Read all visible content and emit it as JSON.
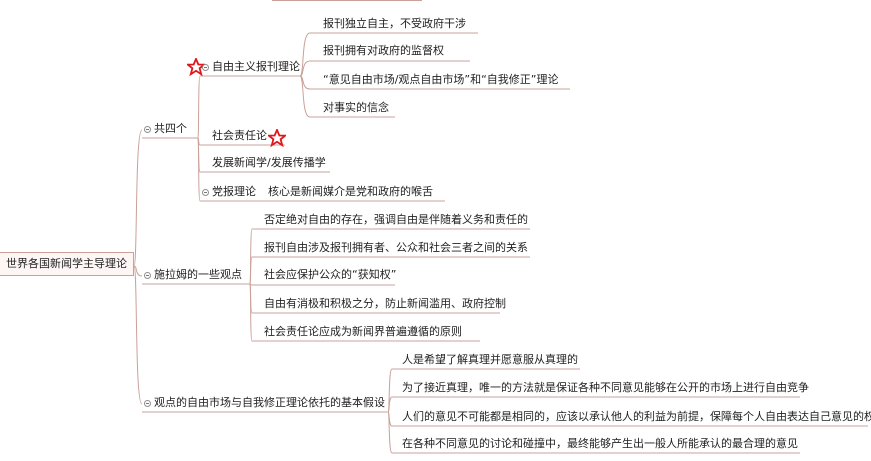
{
  "root": {
    "label": "世界各国新闻学主导理论"
  },
  "branches": [
    {
      "label": "共四个",
      "children": [
        {
          "label": "自由主义报刊理论",
          "starred": true,
          "children": [
            "报刊独立自主，不受政府干涉",
            "报刊拥有对政府的监督权",
            "“意见自由市场/观点自由市场”和“自我修正”理论",
            "对事实的信念"
          ]
        },
        {
          "label": "社会责任论",
          "starred": true
        },
        {
          "label": "发展新闻学/发展传播学"
        },
        {
          "label": "党报理论",
          "children": [
            "核心是新闻媒介是党和政府的喉舌"
          ]
        }
      ]
    },
    {
      "label": "施拉姆的一些观点",
      "children": [
        "否定绝对自由的存在，强调自由是伴随着义务和责任的",
        "报刊自由涉及报刊拥有者、公众和社会三者之间的关系",
        "社会应保护公众的“获知权”",
        "自由有消极和积极之分，防止新闻滥用、政府控制",
        "社会责任论应成为新闻界普遍遵循的原则"
      ]
    },
    {
      "label": "观点的自由市场与自我修正理论依托的基本假设",
      "children": [
        "人是希望了解真理并愿意服从真理的",
        "为了接近真理，唯一的方法就是保证各种不同意见能够在公开的市场上进行自由竞争",
        "人们的意见不可能都是相同的，应该以承认他人的利益为前提，保障每个人自由表达自己意见的权利",
        "在各种不同意见的讨论和碰撞中，最终能够产生出一般人所能承认的最合理的意见"
      ]
    }
  ],
  "colors": {
    "line": "#c9a199",
    "star": "#e0161b",
    "toggle": "#8f8f8f"
  },
  "icons": {
    "star": "star-icon",
    "collapse": "collapse-toggle-icon"
  }
}
